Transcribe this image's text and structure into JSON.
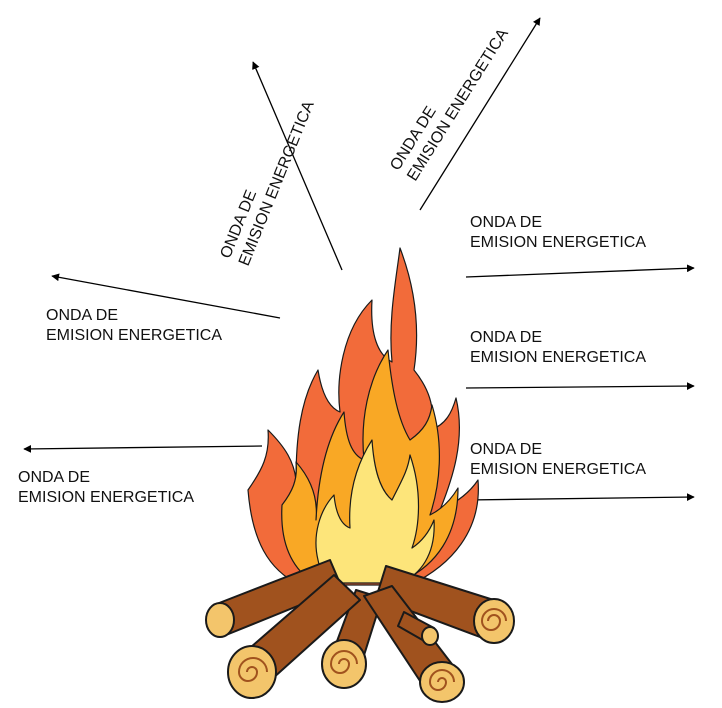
{
  "labels": [
    {
      "line1": "ONDA DE",
      "line2": "EMISION ENERGETICA"
    },
    {
      "line1": "ONDA DE",
      "line2": "EMISION ENERGETICA"
    },
    {
      "line1": "ONDA DE",
      "line2": "EMISION ENERGETICA"
    },
    {
      "line1": "ONDA DE",
      "line2": "EMISION ENERGETICA"
    },
    {
      "line1": "ONDA DE",
      "line2": "EMISION ENERGETICA"
    },
    {
      "line1": "ONDA DE",
      "line2": "EMISION ENERGETICA"
    },
    {
      "line1": "ONDA DE",
      "line2": "EMISION ENERGETICA"
    }
  ],
  "colors": {
    "arrow": "#000000",
    "flame_outer": "#f26b3a",
    "flame_mid": "#f9a825",
    "flame_inner": "#fde57a",
    "log": "#a0521e",
    "log_end": "#f3c56b",
    "outline": "#1a1a1a"
  }
}
